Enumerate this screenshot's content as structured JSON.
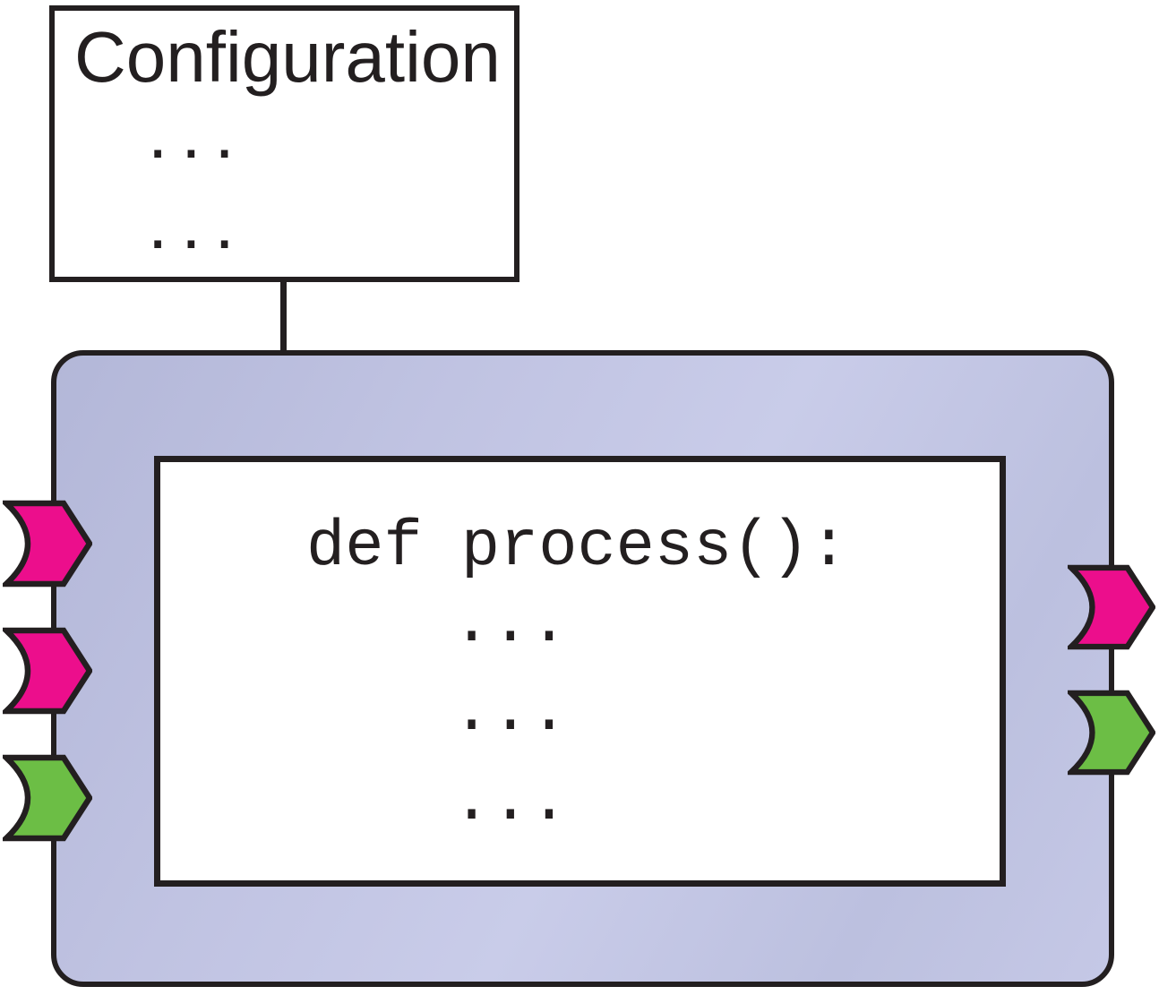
{
  "config_box": {
    "title": "Configuration",
    "ellipsis_rows": [
      "...",
      "..."
    ]
  },
  "process_box": {
    "code_line": "def process():",
    "ellipsis_rows": [
      "...",
      "...",
      "..."
    ]
  },
  "arrows": {
    "left": [
      {
        "name": "input-arrow-1",
        "color": "pink"
      },
      {
        "name": "input-arrow-2",
        "color": "pink"
      },
      {
        "name": "input-arrow-3",
        "color": "green"
      }
    ],
    "right": [
      {
        "name": "output-arrow-1",
        "color": "pink"
      },
      {
        "name": "output-arrow-2",
        "color": "green"
      }
    ]
  },
  "colors": {
    "pink": "#EC0E8C",
    "green": "#6CBE45",
    "outline": "#231F20",
    "panel_light": "#C9CCE9",
    "panel_dark": "#B4B8D8"
  }
}
